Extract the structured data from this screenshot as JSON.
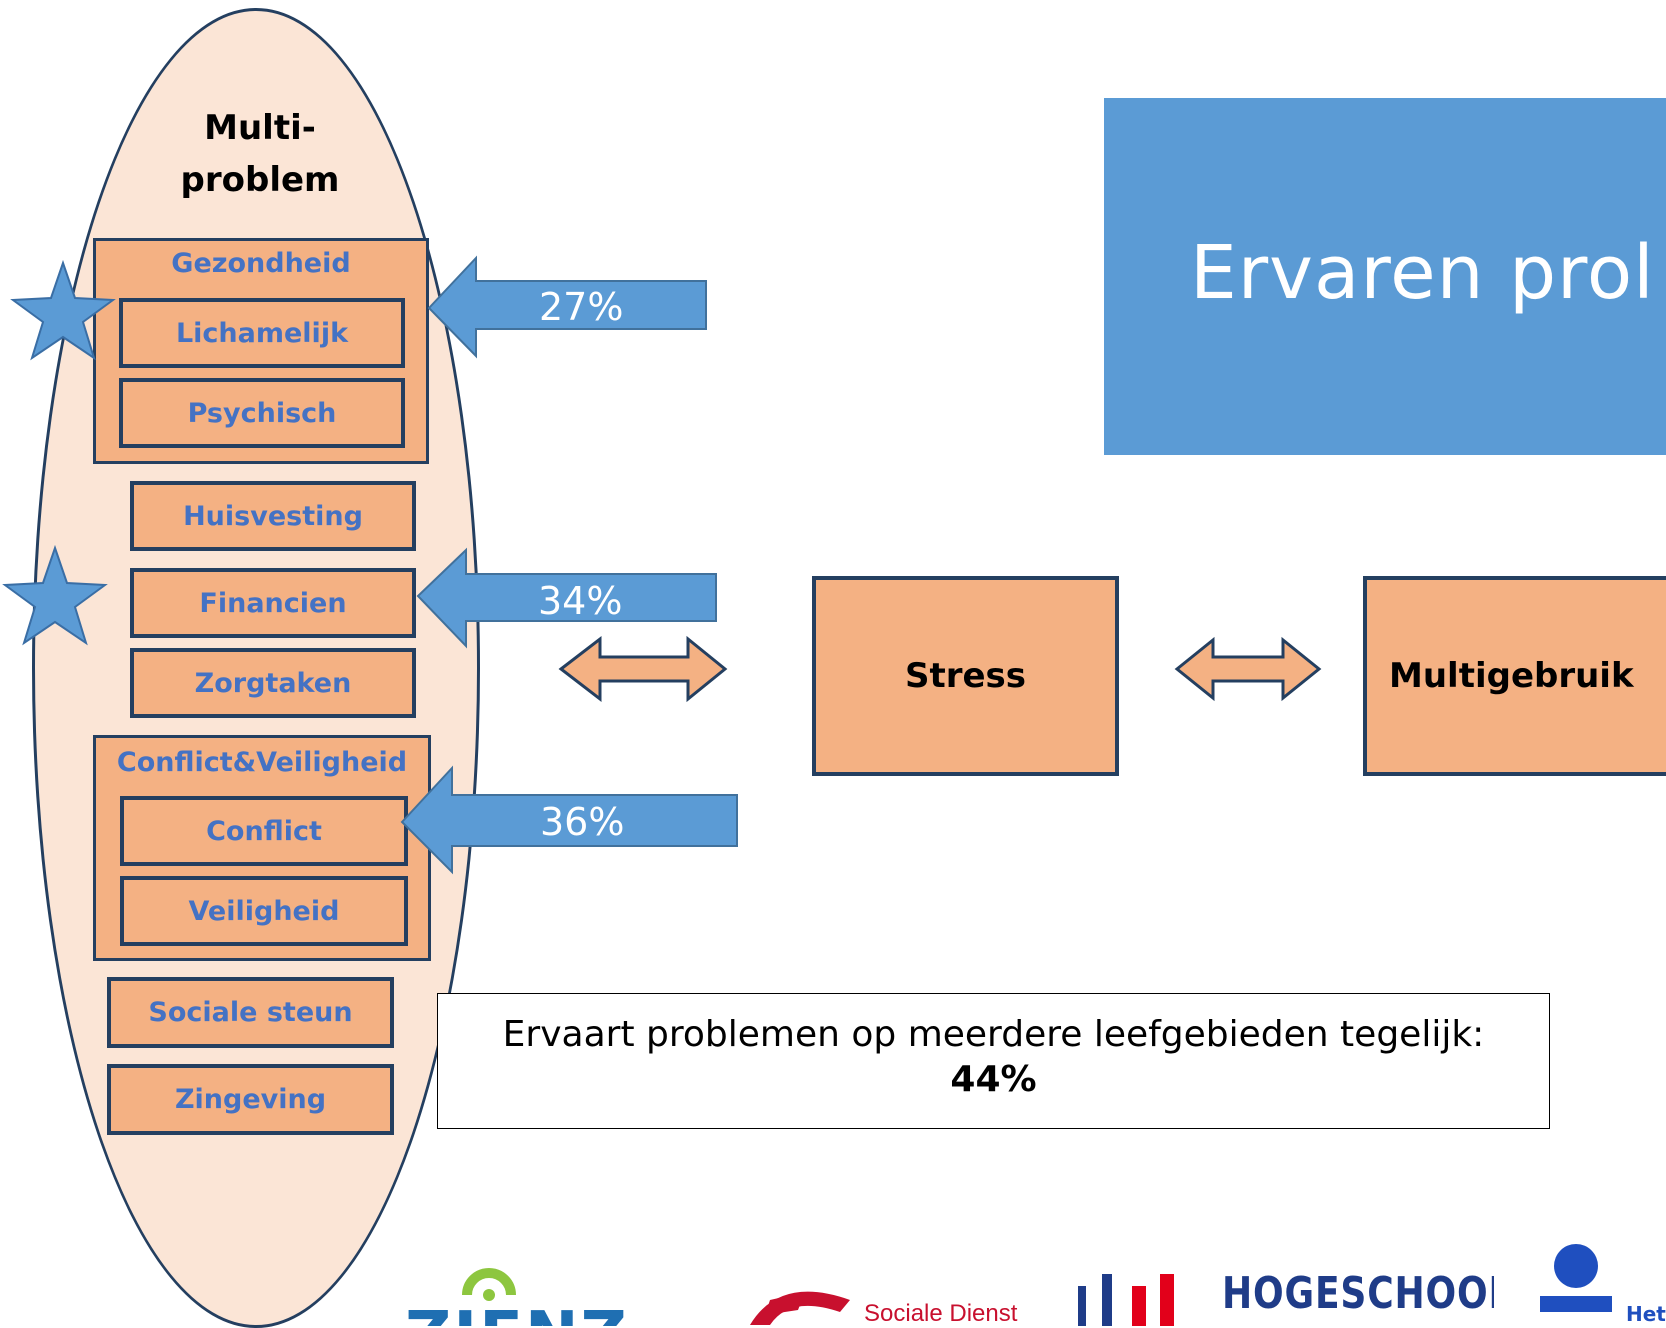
{
  "slide": {
    "title": "Ervaren prol"
  },
  "ellipse": {
    "title_line1": "Multi-",
    "title_line2": "problem"
  },
  "domains": {
    "gezondheid": "Gezondheid",
    "lichamelijk": "Lichamelijk",
    "psychisch": "Psychisch",
    "huisvesting": "Huisvesting",
    "financien": "Financien",
    "zorgtaken": "Zorgtaken",
    "conflict_veiligheid": "Conflict&Veiligheid",
    "conflict": "Conflict",
    "veiligheid": "Veiligheid",
    "sociale_steun": "Sociale steun",
    "zingeving": "Zingeving"
  },
  "arrows": {
    "lichamelijk_pct": "27%",
    "financien_pct": "34%",
    "conflict_pct": "36%"
  },
  "nodes": {
    "stress": "Stress",
    "multigebruik": "Multigebruik"
  },
  "summary": {
    "line1": "Ervaart problemen op meerdere leefgebieden tegelijk:",
    "line2": "44%"
  },
  "logos": {
    "logo1": "ZIENZ",
    "logo2": "Sociale Dienst",
    "logo3": "HOGESCHOOL",
    "logo4": "Het"
  },
  "colors": {
    "panel_blue": "#5B9BD5",
    "box_orange": "#F4B183",
    "ellipse_fill": "#FBE5D6",
    "outline_navy": "#243F60",
    "label_blue": "#4472C4"
  }
}
